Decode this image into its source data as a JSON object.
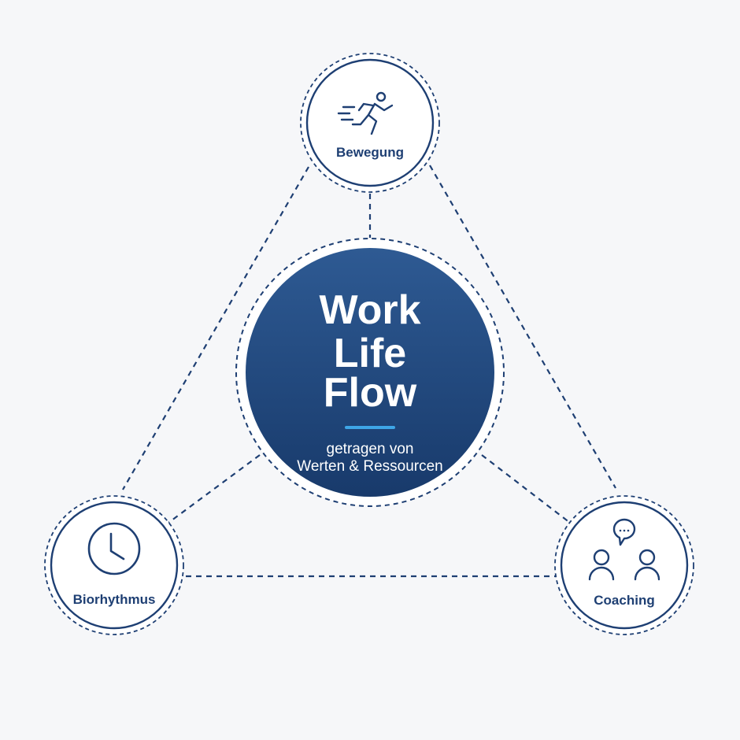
{
  "colors": {
    "background": "#f6f7f9",
    "navy": "#1e3f73",
    "center_fill_top": "#2e5a93",
    "center_fill_bottom": "#183a6b",
    "accent_line": "#3ea6e6",
    "node_fill": "#ffffff",
    "white": "#ffffff"
  },
  "center": {
    "title_lines": [
      "Work",
      "Life",
      "Flow"
    ],
    "subtitle_lines": [
      "getragen von",
      "Werten & Ressourcen"
    ]
  },
  "nodes": {
    "top": {
      "label": "Bewegung",
      "icon": "running-person-icon"
    },
    "left": {
      "label": "Biorhythmus",
      "icon": "clock-icon"
    },
    "right": {
      "label": "Coaching",
      "icon": "coaching-people-icon"
    }
  }
}
